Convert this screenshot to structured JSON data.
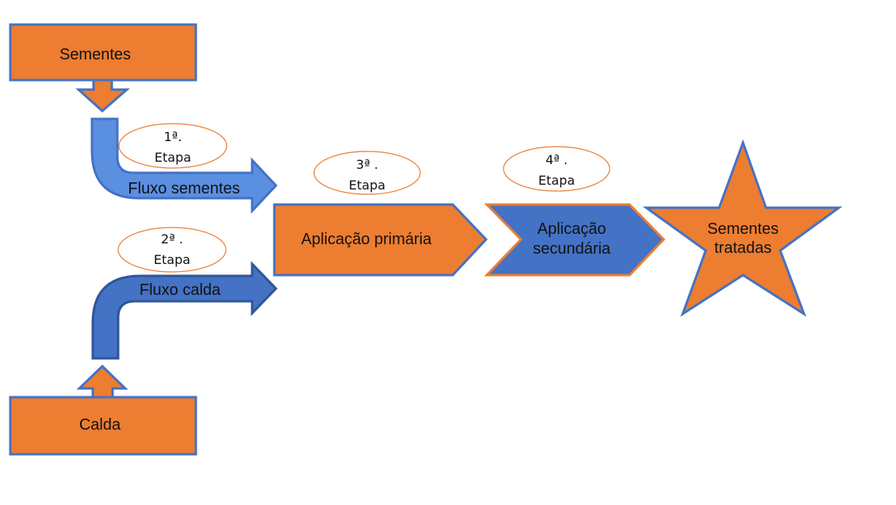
{
  "colors": {
    "orange": "#ED7D31",
    "blue_dark": "#4472C4",
    "blue_light": "#5B8FE0",
    "outline": "#4472C4",
    "ellipse_outline": "#ED7D31",
    "text": "#111111"
  },
  "nodes": {
    "sementes": "Sementes",
    "calda": "Calda",
    "fluxo_sementes": "Fluxo sementes",
    "fluxo_calda": "Fluxo calda",
    "aplicacao_primaria": "Aplicação primária",
    "aplicacao_secundaria_1": "Aplicação",
    "aplicacao_secundaria_2": "secundária",
    "sementes_tratadas_1": "Sementes",
    "sementes_tratadas_2": "tratadas"
  },
  "stages": {
    "s1_line1": "1ª.",
    "s1_line2": "Etapa",
    "s2_line1": "2ª .",
    "s2_line2": "Etapa",
    "s3_line1": "3ª .",
    "s3_line2": "Etapa",
    "s4_line1": "4ª .",
    "s4_line2": "Etapa"
  }
}
